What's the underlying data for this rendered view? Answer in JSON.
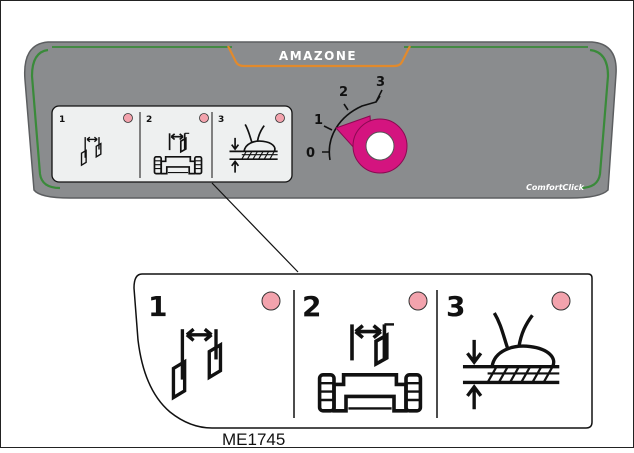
{
  "panel": {
    "brand": "AMAZONE",
    "subbrand": "ComfortClick",
    "dial_labels": [
      "0",
      "1",
      "2",
      "3"
    ],
    "colors": {
      "panel_body": "#8a8c8e",
      "trim_green": "#3a8a3a",
      "brand_orange": "#e28a2c",
      "knob_magenta": "#d4147f",
      "indicator_led": "#f3a3ad"
    }
  },
  "switch_panel": {
    "positions": [
      {
        "number": "1",
        "icon": "tine-offset-icon"
      },
      {
        "number": "2",
        "icon": "tine-width-frame-icon"
      },
      {
        "number": "3",
        "icon": "depth-roller-icon"
      }
    ]
  },
  "figure_code": "ME1745"
}
